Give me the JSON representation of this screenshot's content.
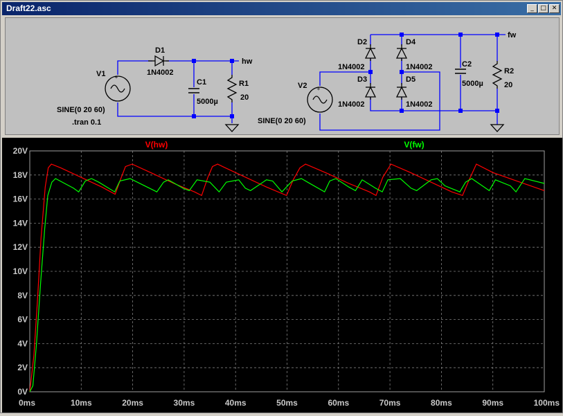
{
  "window": {
    "title": "Draft22.asc",
    "minimize_glyph": "_",
    "maximize_glyph": "□",
    "close_glyph": "✕"
  },
  "schematic": {
    "v1": {
      "name": "V1",
      "value": "SINE(0 20 60)"
    },
    "v2": {
      "name": "V2",
      "value": "SINE(0 20 60)"
    },
    "directive": ".tran 0.1",
    "d1": {
      "name": "D1",
      "model": "1N4002"
    },
    "d2": {
      "name": "D2",
      "model": "1N4002"
    },
    "d3": {
      "name": "D3",
      "model": "1N4002"
    },
    "d4": {
      "name": "D4",
      "model": "1N4002"
    },
    "d5": {
      "name": "D5",
      "model": "1N4002"
    },
    "c1": {
      "name": "C1",
      "value": "5000µ"
    },
    "c2": {
      "name": "C2",
      "value": "5000µ"
    },
    "r1": {
      "name": "R1",
      "value": "20"
    },
    "r2": {
      "name": "R2",
      "value": "20"
    },
    "net_hw": "hw",
    "net_fw": "fw",
    "wire_color": "#0000ff"
  },
  "chart_data": {
    "type": "line",
    "xlabel": "",
    "ylabel": "",
    "x_unit": "ms",
    "y_unit": "V",
    "xlim": [
      0,
      100
    ],
    "ylim": [
      0,
      20
    ],
    "x_ticks": [
      "0ms",
      "10ms",
      "20ms",
      "30ms",
      "40ms",
      "50ms",
      "60ms",
      "70ms",
      "80ms",
      "90ms",
      "100ms"
    ],
    "y_ticks": [
      "0V",
      "2V",
      "4V",
      "6V",
      "8V",
      "10V",
      "12V",
      "14V",
      "16V",
      "18V",
      "20V"
    ],
    "grid": true,
    "legend": "top",
    "series": [
      {
        "name": "V(hw)",
        "color": "#ff0000",
        "x": [
          0,
          0.8,
          1.5,
          2.2,
          3.0,
          3.6,
          4.2,
          6.0,
          10.0,
          14.0,
          16.6,
          17.6,
          18.6,
          19.9,
          24.0,
          28.0,
          32.0,
          33.4,
          34.6,
          35.5,
          36.5,
          38.0,
          42.0,
          46.0,
          49.9,
          51.2,
          52.5,
          53.6,
          58.0,
          62.0,
          66.0,
          67.3,
          68.6,
          70.2,
          74.0,
          78.0,
          82.0,
          84.1,
          85.4,
          86.8,
          90.0,
          94.0,
          100.0
        ],
        "y": [
          0,
          3.0,
          7.6,
          12.8,
          17.0,
          18.6,
          18.9,
          18.6,
          17.8,
          17.0,
          16.4,
          17.6,
          18.7,
          18.9,
          18.1,
          17.3,
          16.6,
          16.3,
          17.8,
          18.7,
          18.9,
          18.6,
          17.8,
          17.0,
          16.3,
          17.6,
          18.6,
          18.9,
          18.1,
          17.3,
          16.6,
          16.3,
          17.8,
          18.9,
          18.2,
          17.4,
          16.6,
          16.3,
          17.6,
          18.9,
          18.2,
          17.6,
          16.7
        ]
      },
      {
        "name": "V(fw)",
        "color": "#00ff00",
        "x": [
          0,
          0.6,
          1.3,
          2.1,
          2.9,
          3.5,
          4.3,
          5.0,
          8.5,
          9.5,
          10.8,
          12.0,
          13.4,
          16.5,
          17.5,
          19.5,
          20.9,
          24.7,
          26.0,
          26.9,
          29.8,
          31.0,
          32.5,
          35.0,
          36.8,
          38.2,
          40.6,
          41.9,
          42.9,
          46.0,
          47.2,
          49.0,
          51.0,
          52.8,
          54.0,
          57.3,
          58.3,
          59.5,
          62.0,
          63.3,
          64.6,
          67.2,
          68.5,
          69.6,
          72.0,
          74.1,
          75.2,
          78.0,
          79.2,
          80.7,
          83.6,
          84.7,
          85.9,
          88.3,
          89.3,
          90.5,
          93.4,
          94.5,
          96.2,
          100.0
        ],
        "y": [
          0,
          0.5,
          4.0,
          9.0,
          13.5,
          16.3,
          17.4,
          17.7,
          16.9,
          16.6,
          17.5,
          17.7,
          17.4,
          16.6,
          17.5,
          17.7,
          17.4,
          16.6,
          17.4,
          17.6,
          16.9,
          16.7,
          17.6,
          17.4,
          16.6,
          17.4,
          17.6,
          16.9,
          16.7,
          17.6,
          17.5,
          16.6,
          17.5,
          17.7,
          17.4,
          16.6,
          17.5,
          17.7,
          17.0,
          16.7,
          17.6,
          16.9,
          16.6,
          17.6,
          17.7,
          16.9,
          16.7,
          17.6,
          17.7,
          17.1,
          16.6,
          17.4,
          17.7,
          17.0,
          16.7,
          17.6,
          17.1,
          16.6,
          17.7,
          17.3
        ]
      }
    ]
  }
}
